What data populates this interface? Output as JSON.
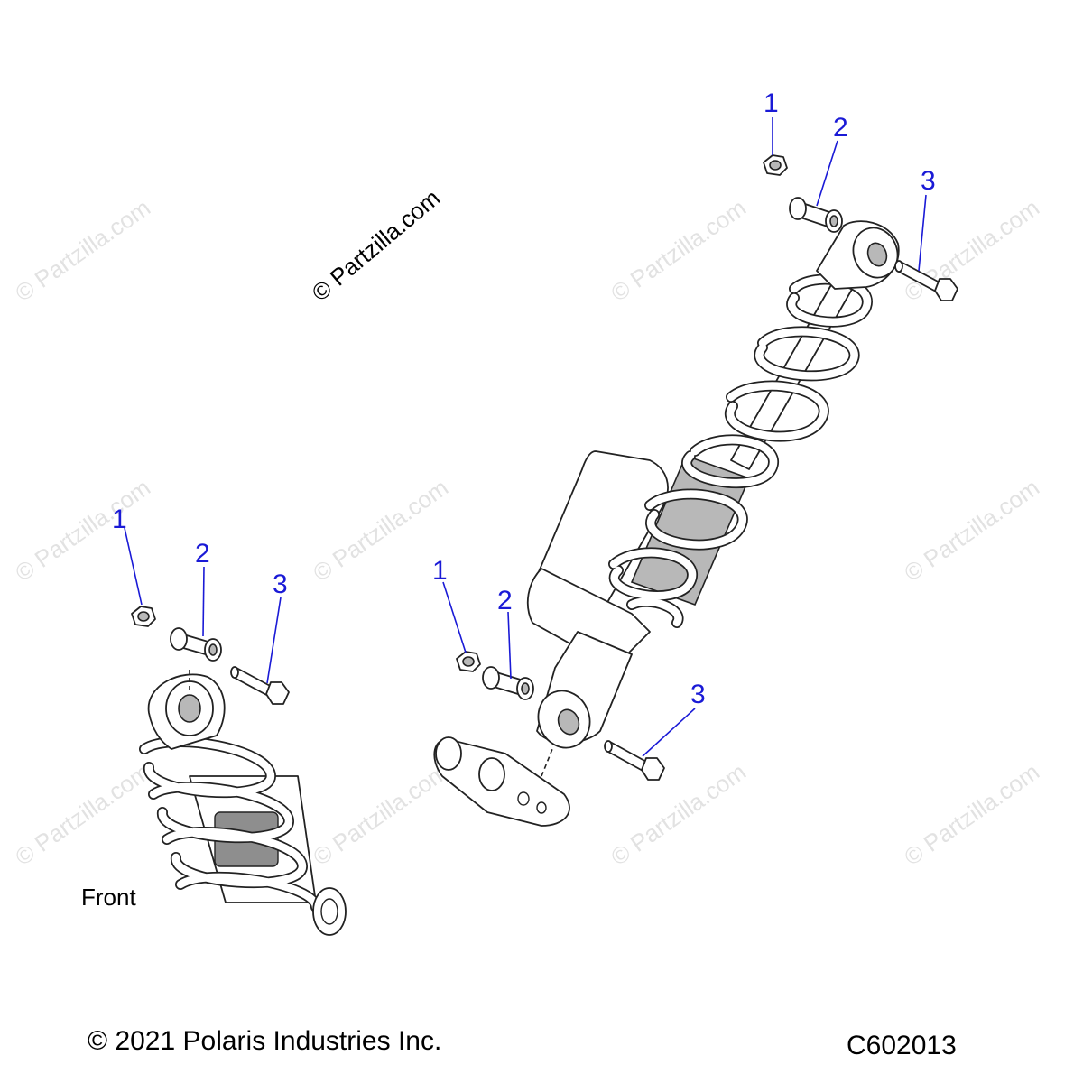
{
  "watermark": {
    "main_text": "© Partzilla.com",
    "repeat_text": "© Partzilla.com"
  },
  "labels": {
    "front": "Front"
  },
  "callouts": {
    "left_group": {
      "nut": "1",
      "bushing": "2",
      "bolt": "3"
    },
    "lower_group": {
      "nut": "1",
      "bushing": "2",
      "bolt": "3"
    },
    "upper_group": {
      "nut": "1",
      "bushing": "2",
      "bolt": "3"
    }
  },
  "footer": {
    "copyright": "© 2021 Polaris Industries Inc.",
    "diagram_code": "C602013"
  },
  "colors": {
    "callout": "#1a1ad6",
    "outline": "#222222",
    "shaft_gray": "#b8b8b8",
    "watermark": "#e2e2e2"
  }
}
